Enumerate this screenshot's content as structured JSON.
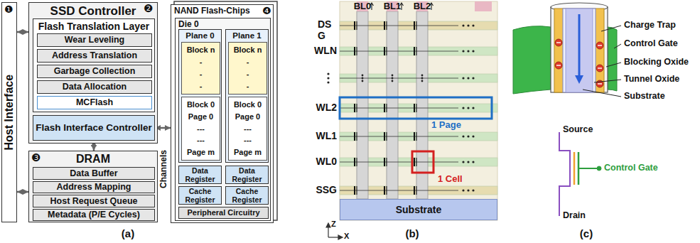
{
  "diagram": {
    "nodes": [
      {
        "text": [
          "Host Interface"
        ]
      },
      {
        "text": [
          "SSD Controller"
        ]
      },
      {
        "text": [
          "Flash Translation Layer"
        ],
        "in": 1
      },
      {
        "text": [
          "Wear Leveling"
        ],
        "in": 2
      },
      {
        "text": [
          "Address Translation"
        ],
        "in": 2
      },
      {
        "text": [
          "Garbage Collection"
        ],
        "in": 2
      },
      {
        "text": [
          "Data Allocation"
        ],
        "in": 2
      },
      {
        "text": [
          "MCFlash"
        ],
        "in": 2
      },
      {
        "text": [
          "Flash Interface Controller"
        ],
        "in": 1
      },
      {
        "text": [
          "DRAM"
        ]
      },
      {
        "text": [
          "Data Buffer"
        ],
        "in": 9
      },
      {
        "text": [
          "Address Mapping"
        ],
        "in": 9
      },
      {
        "text": [
          "Host Request Queue"
        ],
        "in": 9
      },
      {
        "text": [
          "Metadata (P/E Cycles)"
        ],
        "in": 9
      },
      {
        "text": [
          "NAND Flash-Chips"
        ]
      },
      {
        "text": [
          "Die 0"
        ],
        "in": 14
      },
      {
        "text": [
          "Plane 0"
        ],
        "in": 15
      },
      {
        "text": [
          "Block n",
          "-",
          "-",
          "-"
        ],
        "in": 16
      },
      {
        "text": [
          "Block 0",
          "Page 0",
          "---",
          "---",
          "Page m"
        ],
        "in": 16
      },
      {
        "text": [
          "Plane 1"
        ],
        "in": 15
      },
      {
        "text": [
          "Block n",
          "-",
          "-",
          "-"
        ],
        "in": 19
      },
      {
        "text": [
          "Block 0",
          "Page 0",
          "---",
          "---",
          "Page m"
        ],
        "in": 19
      },
      {
        "text": [
          "Data Register"
        ],
        "in": 15
      },
      {
        "text": [
          "Data Register"
        ],
        "in": 15
      },
      {
        "text": [
          "Cache Register"
        ],
        "in": 15
      },
      {
        "text": [
          "Cache Register"
        ],
        "in": 15
      },
      {
        "text": [
          "Peripheral Circuitry"
        ],
        "in": 15
      },
      {
        "text": [
          "Substrate"
        ]
      }
    ],
    "edges": [
      {
        "from": 0,
        "to": 1,
        "arrow": "both"
      },
      {
        "from": 0,
        "to": 9,
        "arrow": "both"
      },
      {
        "from": 8,
        "to": 9,
        "arrow": "both"
      },
      {
        "from": 8,
        "to": 14,
        "arrow": "both"
      }
    ],
    "labels": [
      "❶",
      "❷",
      "❸",
      "❹",
      "Channels",
      "(a)",
      "BL0",
      "BL1",
      "BL2",
      "DS G",
      "WLN",
      "WL2",
      "WL1",
      "WL0",
      "SSG",
      "1 Page",
      "1 Cell",
      "Z",
      "X",
      "(b)",
      "Charge Trap",
      "Control Gate",
      "Blocking Oxide",
      "Tunnel Oxide",
      "Substrate",
      "Source",
      "Control Gate",
      "Drain",
      "(c)"
    ]
  }
}
